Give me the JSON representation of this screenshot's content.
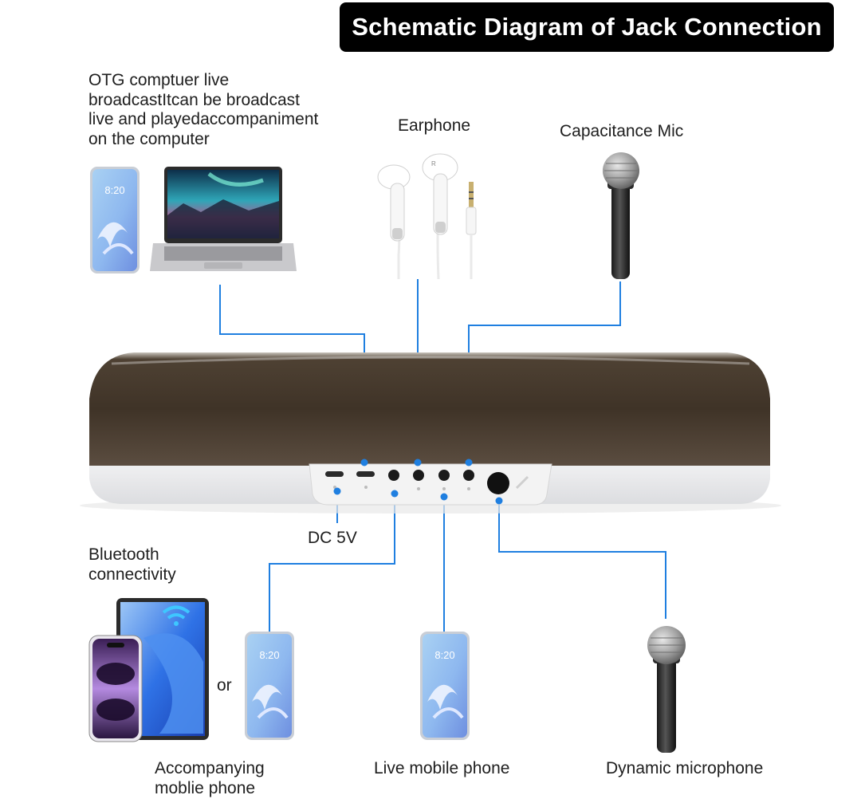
{
  "title": "Schematic Diagram of Jack Connection",
  "labels": {
    "otg": "OTG comptuer live\nbroadcastItcan be broadcast\nlive and playedaccompaniment\non the computer",
    "earphone": "Earphone",
    "capacitance_mic": "Capacitance Mic",
    "dc5v": "DC 5V",
    "bluetooth": "Bluetooth\nconnectivity",
    "or": "or",
    "accompanying": "Accompanying\nmoblie phone",
    "live_phone": "Live mobile phone",
    "dynamic_mic": "Dynamic microphone"
  },
  "phone_screen": {
    "time": "8:20"
  },
  "colors": {
    "line": "#1f7fe0",
    "device_top": "#4a3c2e",
    "device_base": "#ecedee",
    "title_bg": "#000000"
  }
}
